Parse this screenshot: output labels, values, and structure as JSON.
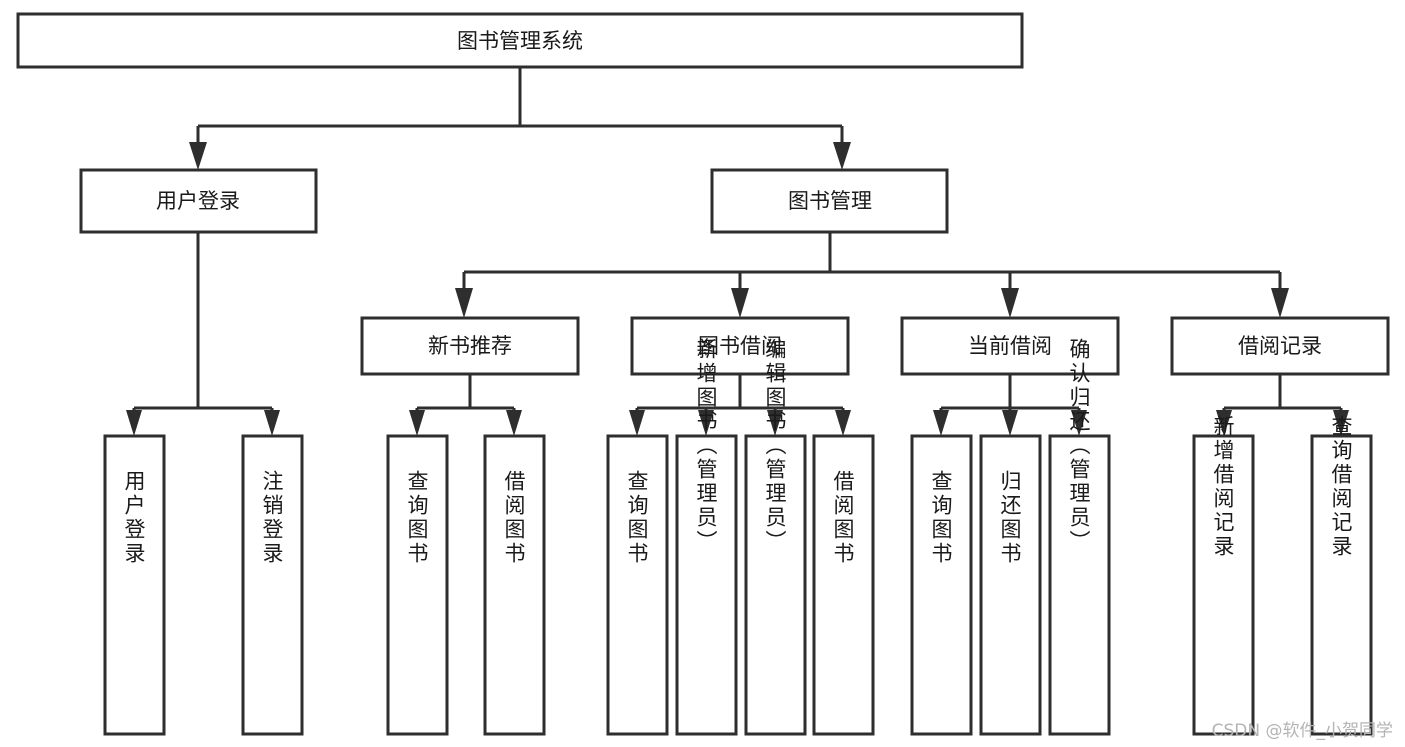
{
  "diagram": {
    "type": "tree-hierarchy",
    "title": "图书管理系统",
    "watermark": "CSDN @软件_小贺同学",
    "colors": {
      "box_stroke": "#2e2e2e",
      "box_fill": "#ffffff",
      "connector": "#2e2e2e",
      "text": "#1a1a1a",
      "watermark": "#b4b4b4"
    },
    "levels": {
      "root": {
        "label": "图书管理系统"
      },
      "level2": [
        {
          "id": "user-login",
          "label": "用户登录"
        },
        {
          "id": "book-management",
          "label": "图书管理"
        }
      ],
      "level3": [
        {
          "id": "new-book-recommend",
          "label": "新书推荐",
          "parent": "book-management"
        },
        {
          "id": "book-borrow",
          "label": "图书借阅",
          "parent": "book-management"
        },
        {
          "id": "current-borrow",
          "label": "当前借阅",
          "parent": "book-management"
        },
        {
          "id": "borrow-record",
          "label": "借阅记录",
          "parent": "book-management"
        }
      ],
      "leaves": [
        {
          "id": "leaf-user-login",
          "label": "用户登录",
          "parent": "user-login"
        },
        {
          "id": "leaf-logout-login",
          "label": "注销登录",
          "parent": "user-login"
        },
        {
          "id": "leaf-query-book-1",
          "label": "查询图书",
          "parent": "new-book-recommend"
        },
        {
          "id": "leaf-borrow-book-1",
          "label": "借阅图书",
          "parent": "new-book-recommend"
        },
        {
          "id": "leaf-query-book-2",
          "label": "查询图书",
          "parent": "book-borrow"
        },
        {
          "id": "leaf-add-book",
          "label": "新增图书（管理员）",
          "parent": "book-borrow"
        },
        {
          "id": "leaf-edit-book",
          "label": "编辑图书（管理员）",
          "parent": "book-borrow"
        },
        {
          "id": "leaf-borrow-book-2",
          "label": "借阅图书",
          "parent": "book-borrow"
        },
        {
          "id": "leaf-query-book-3",
          "label": "查询图书",
          "parent": "current-borrow"
        },
        {
          "id": "leaf-return-book",
          "label": "归还图书",
          "parent": "current-borrow"
        },
        {
          "id": "leaf-confirm-return",
          "label": "确认归还（管理员）",
          "parent": "current-borrow"
        },
        {
          "id": "leaf-add-record",
          "label": "新增借阅记录",
          "parent": "borrow-record"
        },
        {
          "id": "leaf-query-record",
          "label": "查询借阅记录",
          "parent": "borrow-record"
        }
      ]
    }
  }
}
